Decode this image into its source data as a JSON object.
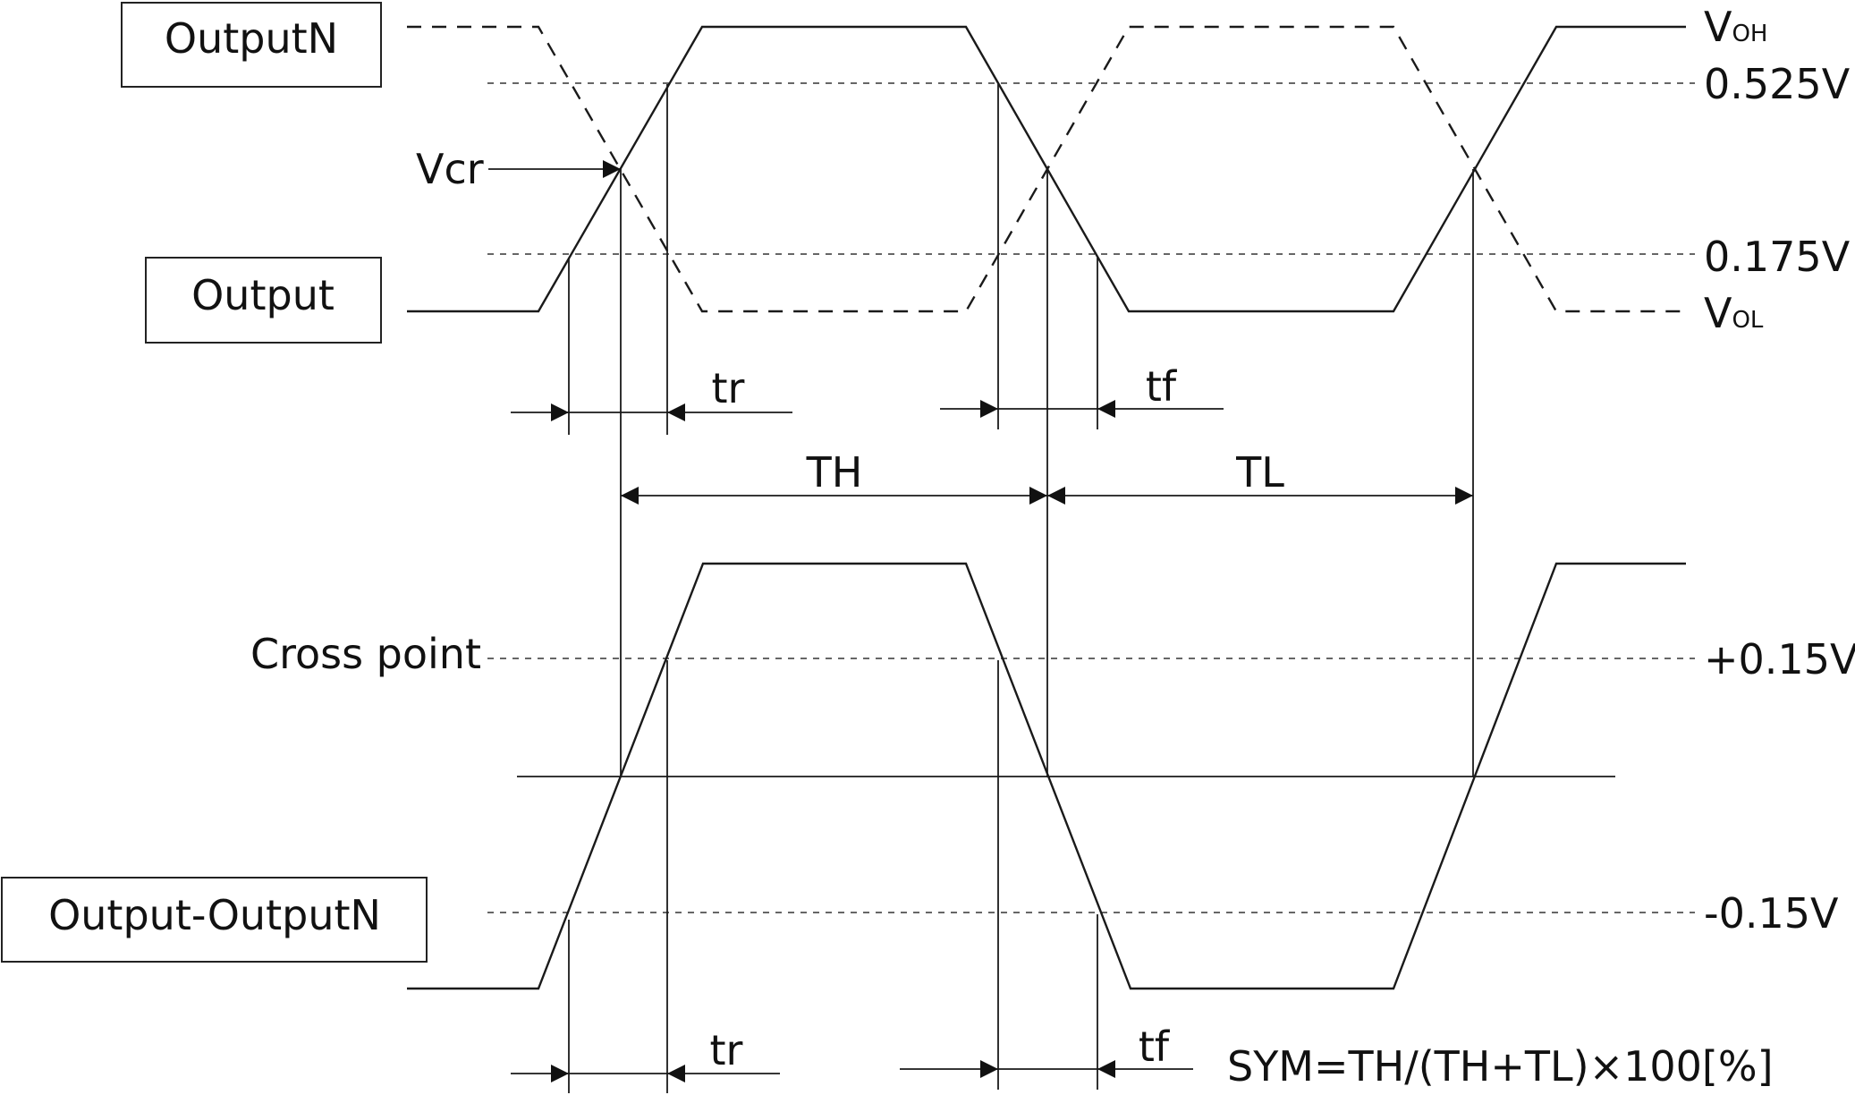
{
  "boxes": {
    "outputn": "OutputN",
    "output": "Output",
    "diff": "Output-OutputN"
  },
  "left_labels": {
    "vcr": "Vcr",
    "cross_point": "Cross point"
  },
  "levels": {
    "voh_main": "V",
    "voh_sub": "OH",
    "v0525": "0.525V",
    "v0175": "0.175V",
    "vol_main": "V",
    "vol_sub": "OL",
    "vp015": "+0.15V",
    "vm015": "-0.15V"
  },
  "timing": {
    "tr": "tr",
    "tf": "tf",
    "th": "TH",
    "tl": "TL"
  },
  "formula": "SYM=TH/(TH+TL)×100[%]"
}
